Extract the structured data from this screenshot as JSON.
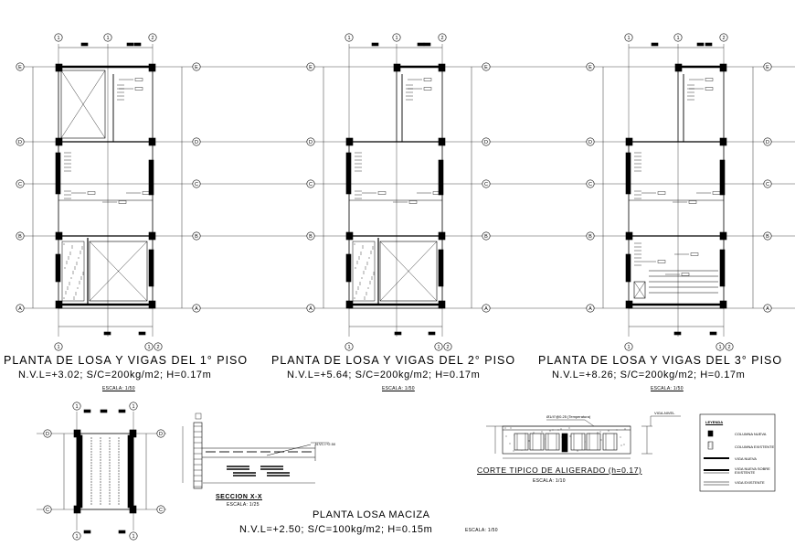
{
  "plans": [
    {
      "title": "PLANTA DE LOSA Y VIGAS DEL 1° PISO",
      "subtitle": "N.V.L=+3.02; S/C=200kg/m2; H=0.17m",
      "scale": "ESCALA: 1/50"
    },
    {
      "title": "PLANTA DE LOSA Y VIGAS DEL 2° PISO",
      "subtitle": "N.V.L=+5.64; S/C=200kg/m2; H=0.17m",
      "scale": "ESCALA: 1/50"
    },
    {
      "title": "PLANTA DE LOSA Y VIGAS DEL 3° PISO",
      "subtitle": "N.V.L=+8.26; S/C=200kg/m2; H=0.17m",
      "scale": "ESCALA: 1/50"
    }
  ],
  "grid": {
    "columns": [
      "1",
      "1",
      "2"
    ],
    "rows": [
      "E",
      "D",
      "C",
      "B",
      "A"
    ],
    "small_rows": [
      "D",
      "C"
    ],
    "small_cols": [
      "1",
      "1"
    ]
  },
  "massive_slab": {
    "title": "PLANTA LOSA MACIZA",
    "subtitle": "N.V.L=+2.50; S/C=100kg/m2; H=0.15m",
    "scale": "ESCALA: 1/50"
  },
  "section": {
    "title": "SECCION X-X",
    "scale": "ESCALA: 1/25",
    "level": "N.V.L=+2.50"
  },
  "corte": {
    "title": "CORTE TIPICO DE ALIGERADO (h=0.17)",
    "scale": "ESCALA: 1/10",
    "rebar_note": "Ø1/4\"@0.25 (Temperatura)",
    "slab_label": "VIGA-NIVEL"
  },
  "legend": {
    "title": "LEYENDA",
    "items": [
      "COLUMNA NUEVA",
      "COLUMNA EXISTENTE",
      "VIGA NUEVA",
      "VIGA NUEVA SOBRE EXISTENTE",
      "VIGA EXISTENTE"
    ]
  }
}
